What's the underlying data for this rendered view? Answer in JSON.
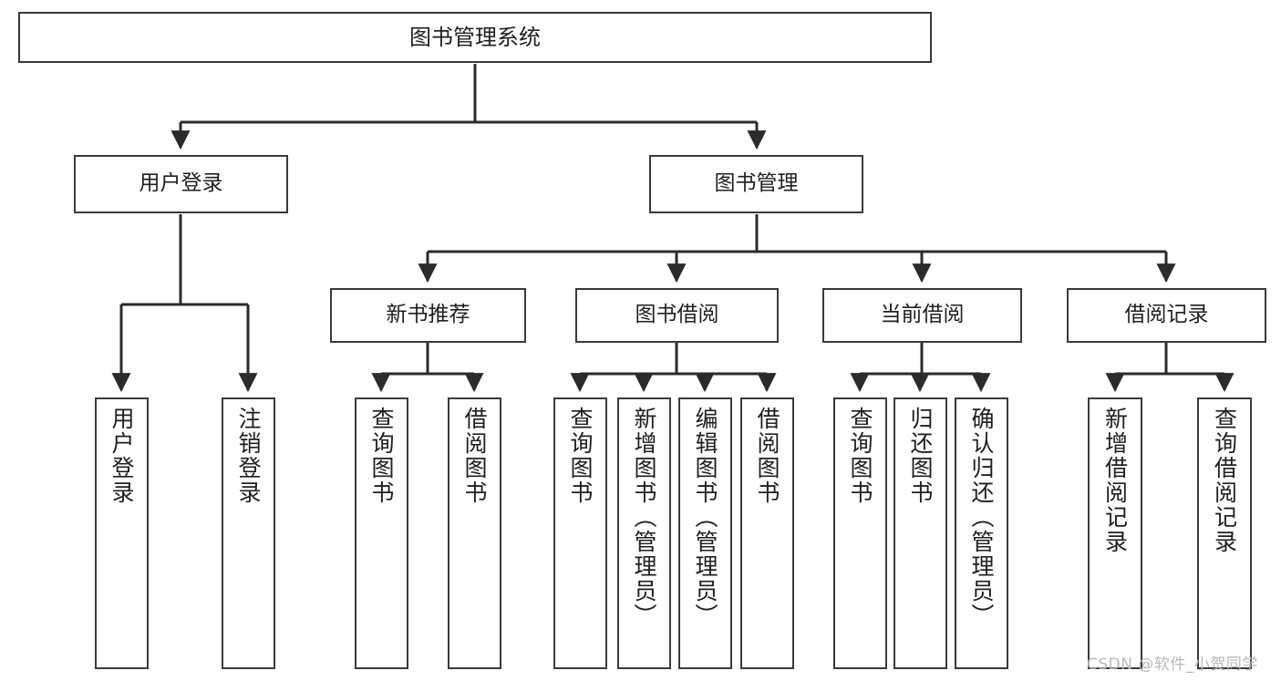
{
  "diagram": {
    "type": "tree",
    "title": "图书管理系统",
    "orientation": "top-down",
    "colors": {
      "node_border": "#3a3a3a",
      "node_fill": "#ffffff",
      "edge": "#2b2b2b",
      "text": "#1f1f1f",
      "background": "#ffffff",
      "watermark": "#b9b9b9"
    },
    "levels": {
      "root": "图书管理系统",
      "level2": [
        "用户登录",
        "图书管理"
      ],
      "level3": [
        "新书推荐",
        "图书借阅",
        "当前借阅",
        "借阅记录"
      ],
      "level4_groups": [
        [
          "用户登录",
          "注销登录"
        ],
        [
          "查询图书",
          "借阅图书"
        ],
        [
          "查询图书",
          "新增图书（管理员）",
          "编辑图书（管理员）",
          "借阅图书"
        ],
        [
          "查询图书",
          "归还图书",
          "确认归还（管理员）"
        ],
        [
          "新增借阅记录",
          "查询借阅记录"
        ]
      ]
    }
  },
  "nodes": {
    "root": {
      "label": "图书管理系统"
    },
    "user_login": {
      "label": "用户登录"
    },
    "book_mgmt": {
      "label": "图书管理"
    },
    "new_book_rec": {
      "label": "新书推荐"
    },
    "book_borrow": {
      "label": "图书借阅"
    },
    "current_borrow": {
      "label": "当前借阅"
    },
    "borrow_record": {
      "label": "借阅记录"
    },
    "leaf_user_login": {
      "label": "用户登录"
    },
    "leaf_logout": {
      "label": "注销登录"
    },
    "leaf_query_book_a": {
      "label": "查询图书"
    },
    "leaf_borrow_book_a": {
      "label": "借阅图书"
    },
    "leaf_query_book_b": {
      "label": "查询图书"
    },
    "leaf_add_book": {
      "label": "新增图书（管理员）"
    },
    "leaf_edit_book": {
      "label": "编辑图书（管理员）"
    },
    "leaf_borrow_book_b": {
      "label": "借阅图书"
    },
    "leaf_query_book_c": {
      "label": "查询图书"
    },
    "leaf_return_book": {
      "label": "归还图书"
    },
    "leaf_confirm_return": {
      "label": "确认归还（管理员）"
    },
    "leaf_add_record": {
      "label": "新增借阅记录"
    },
    "leaf_query_record": {
      "label": "查询借阅记录"
    }
  },
  "watermark": {
    "text": "CSDN @软件_小贺同学"
  }
}
